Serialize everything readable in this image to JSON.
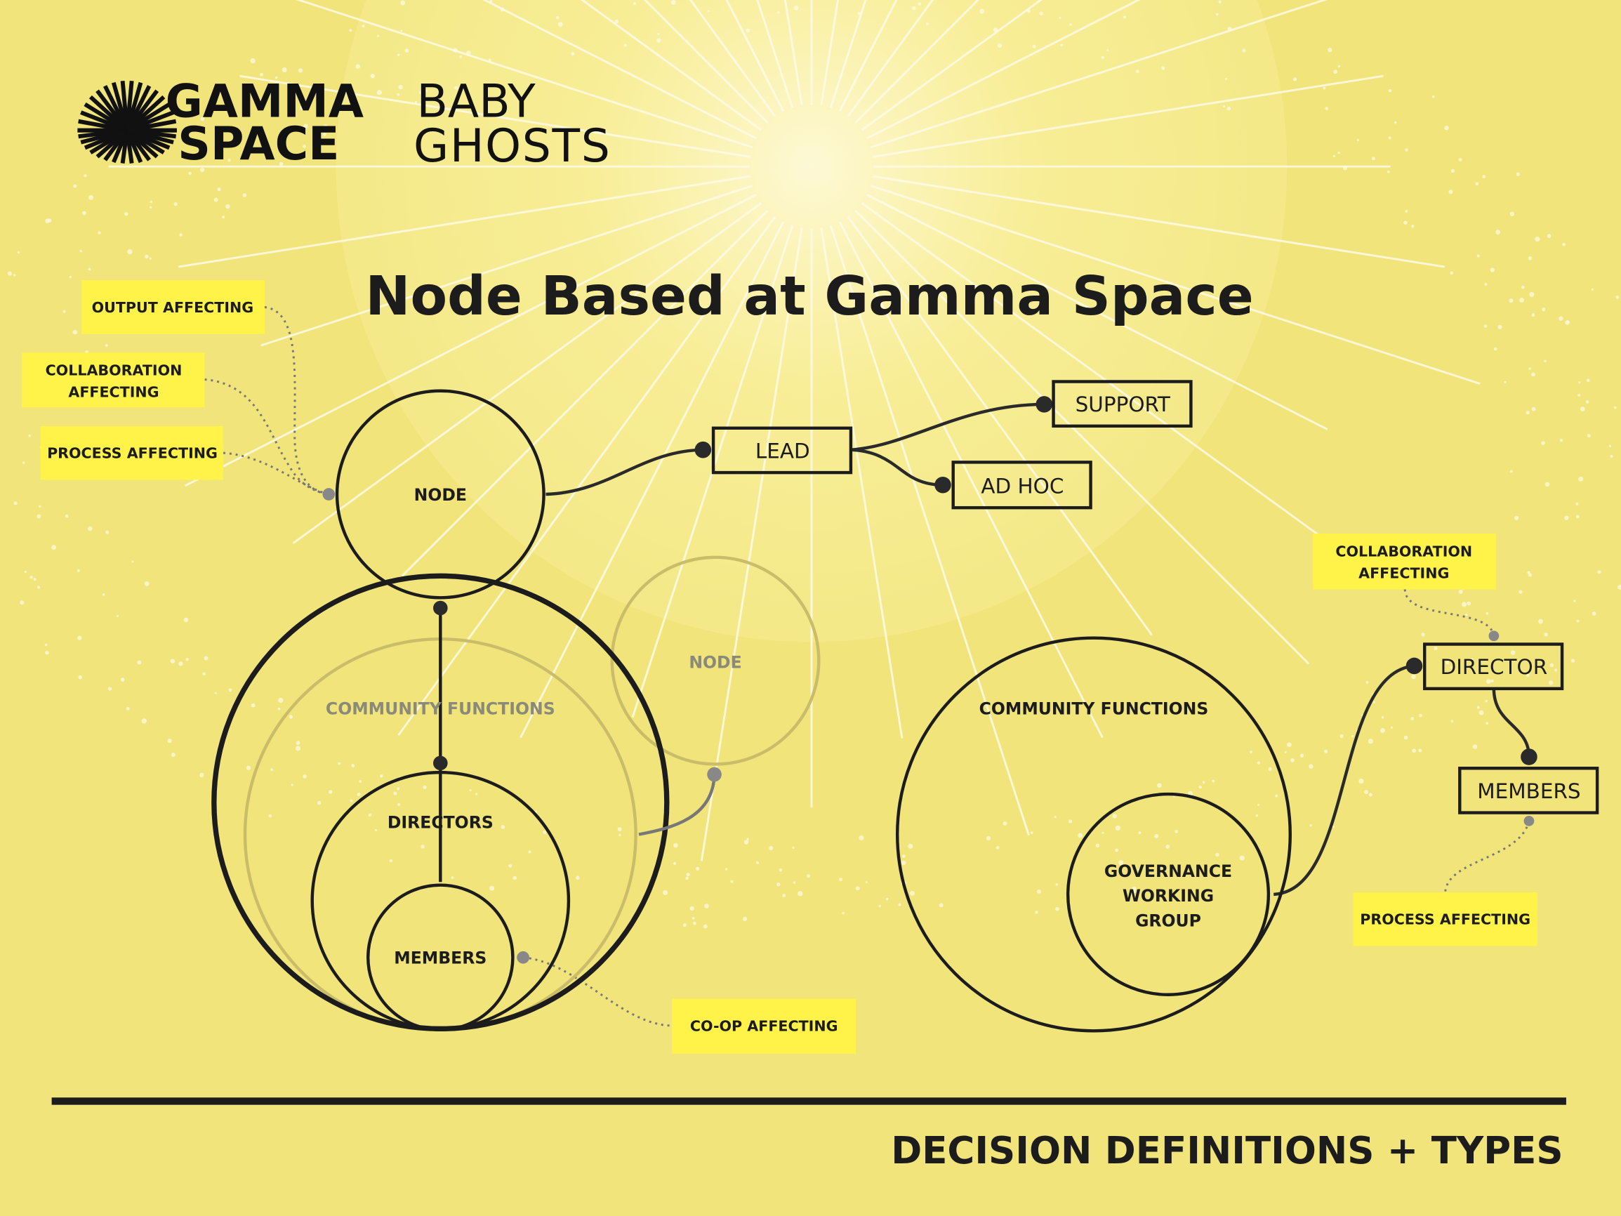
{
  "logos": {
    "gamma_space": [
      "GAMMA",
      "SPACE"
    ],
    "baby_ghosts": [
      "BABY",
      "GHOSTS"
    ]
  },
  "title": "Node Based at Gamma Space",
  "footer": "DECISION DEFINITIONS + TYPES",
  "colors": {
    "background": "#f0e47a",
    "label": "#fff34a",
    "ink": "#1c1c1c",
    "faded": "#c9bd6a"
  },
  "left_diagram": {
    "labels": {
      "output": "OUTPUT AFFECTING",
      "collab": [
        "COLLABORATION",
        "AFFECTING"
      ],
      "process": "PROCESS AFFECTING",
      "coop": "CO-OP AFFECTING"
    },
    "node": "NODE",
    "faded_node": "NODE",
    "community": "COMMUNITY FUNCTIONS",
    "directors": "DIRECTORS",
    "members": "MEMBERS",
    "roles": {
      "lead": "LEAD",
      "support": "SUPPORT",
      "adhoc": "AD HOC"
    }
  },
  "right_diagram": {
    "community": "COMMUNITY FUNCTIONS",
    "governance": [
      "GOVERNANCE",
      "WORKING",
      "GROUP"
    ],
    "director": "DIRECTOR",
    "members": "MEMBERS",
    "labels": {
      "collab": [
        "COLLABORATION",
        "AFFECTING"
      ],
      "process": "PROCESS AFFECTING"
    }
  }
}
